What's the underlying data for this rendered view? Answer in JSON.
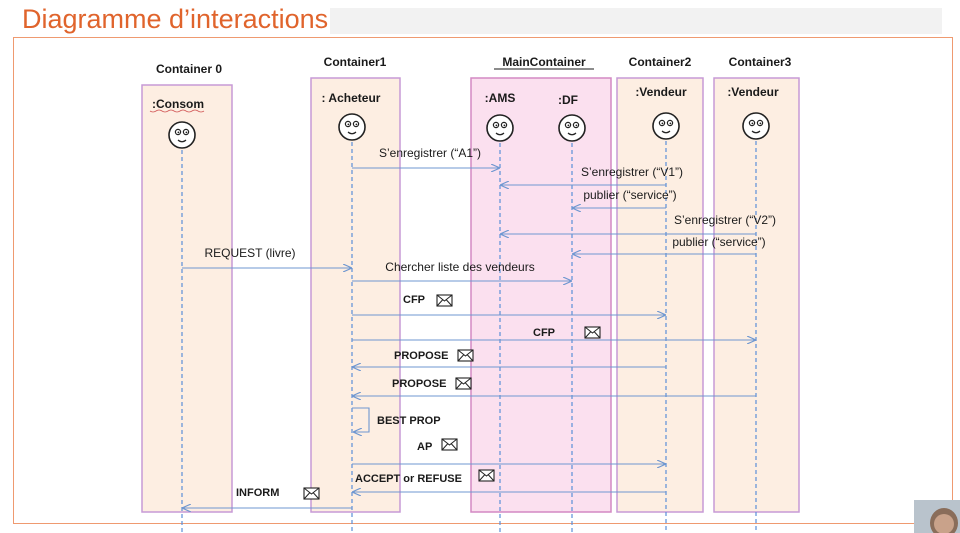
{
  "title": "Diagramme d’interactions",
  "containers": [
    {
      "id": "c0",
      "name": "Container 0"
    },
    {
      "id": "c1",
      "name": "Container1"
    },
    {
      "id": "main",
      "name": "MainContainer"
    },
    {
      "id": "c2",
      "name": "Container2"
    },
    {
      "id": "c3",
      "name": "Container3"
    }
  ],
  "agents": [
    {
      "id": "consom",
      "label": ":Consom",
      "container": "c0",
      "icon": "smiley-face-icon"
    },
    {
      "id": "acheteur",
      "label": ": Acheteur",
      "container": "c1",
      "icon": "smiley-face-icon"
    },
    {
      "id": "ams",
      "label": ":AMS",
      "container": "main",
      "icon": "smiley-face-icon"
    },
    {
      "id": "df",
      "label": ":DF",
      "container": "main",
      "icon": "smiley-face-icon"
    },
    {
      "id": "vendeur2",
      "label": ":Vendeur",
      "container": "c2",
      "icon": "smiley-face-icon"
    },
    {
      "id": "vendeur3",
      "label": ":Vendeur",
      "container": "c3",
      "icon": "smiley-face-icon"
    }
  ],
  "messages": [
    {
      "from": "acheteur",
      "to": "ams",
      "label": "S’enregistrer (“A1”)",
      "bold": false,
      "envelope": false
    },
    {
      "from": "vendeur2",
      "to": "ams",
      "label": "S’enregistrer (“V1”)",
      "bold": false,
      "envelope": false
    },
    {
      "from": "vendeur2",
      "to": "df",
      "label": "publier (“service”)",
      "bold": false,
      "envelope": false
    },
    {
      "from": "vendeur3",
      "to": "ams",
      "label": "S’enregistrer (“V2”)",
      "bold": false,
      "envelope": false
    },
    {
      "from": "vendeur3",
      "to": "df",
      "label": "publier (“service”)",
      "bold": false,
      "envelope": false
    },
    {
      "from": "consom",
      "to": "acheteur",
      "label": "REQUEST (livre)",
      "bold": false,
      "envelope": false
    },
    {
      "from": "acheteur",
      "to": "df",
      "label": "Chercher liste des vendeurs",
      "bold": false,
      "envelope": false
    },
    {
      "from": "acheteur",
      "to": "vendeur2",
      "label": "CFP",
      "bold": true,
      "envelope": true
    },
    {
      "from": "acheteur",
      "to": "vendeur3",
      "label": "CFP",
      "bold": true,
      "envelope": true
    },
    {
      "from": "vendeur2",
      "to": "acheteur",
      "label": "PROPOSE",
      "bold": true,
      "envelope": true
    },
    {
      "from": "vendeur3",
      "to": "acheteur",
      "label": "PROPOSE",
      "bold": true,
      "envelope": true
    },
    {
      "from": "acheteur",
      "to": "acheteur",
      "label": "BEST PROP",
      "bold": true,
      "envelope": false,
      "self": true
    },
    {
      "from": "acheteur",
      "to": "vendeur2",
      "label": "AP",
      "bold": true,
      "envelope": true
    },
    {
      "from": "vendeur2",
      "to": "acheteur",
      "label": "ACCEPT or REFUSE",
      "bold": true,
      "envelope": true
    },
    {
      "from": "acheteur",
      "to": "consom",
      "label": "INFORM",
      "bold": true,
      "envelope": true
    }
  ],
  "colors": {
    "title": "#e0642c",
    "frame": "#ef9a70",
    "container_fill": "#fdeee2",
    "container_border": "#c79ad6",
    "main_fill": "#fbe0ef",
    "main_border": "#d389c3",
    "lifeline": "#5b8fd8",
    "arrow": "#6f97d0",
    "text": "#1a1a1a"
  }
}
